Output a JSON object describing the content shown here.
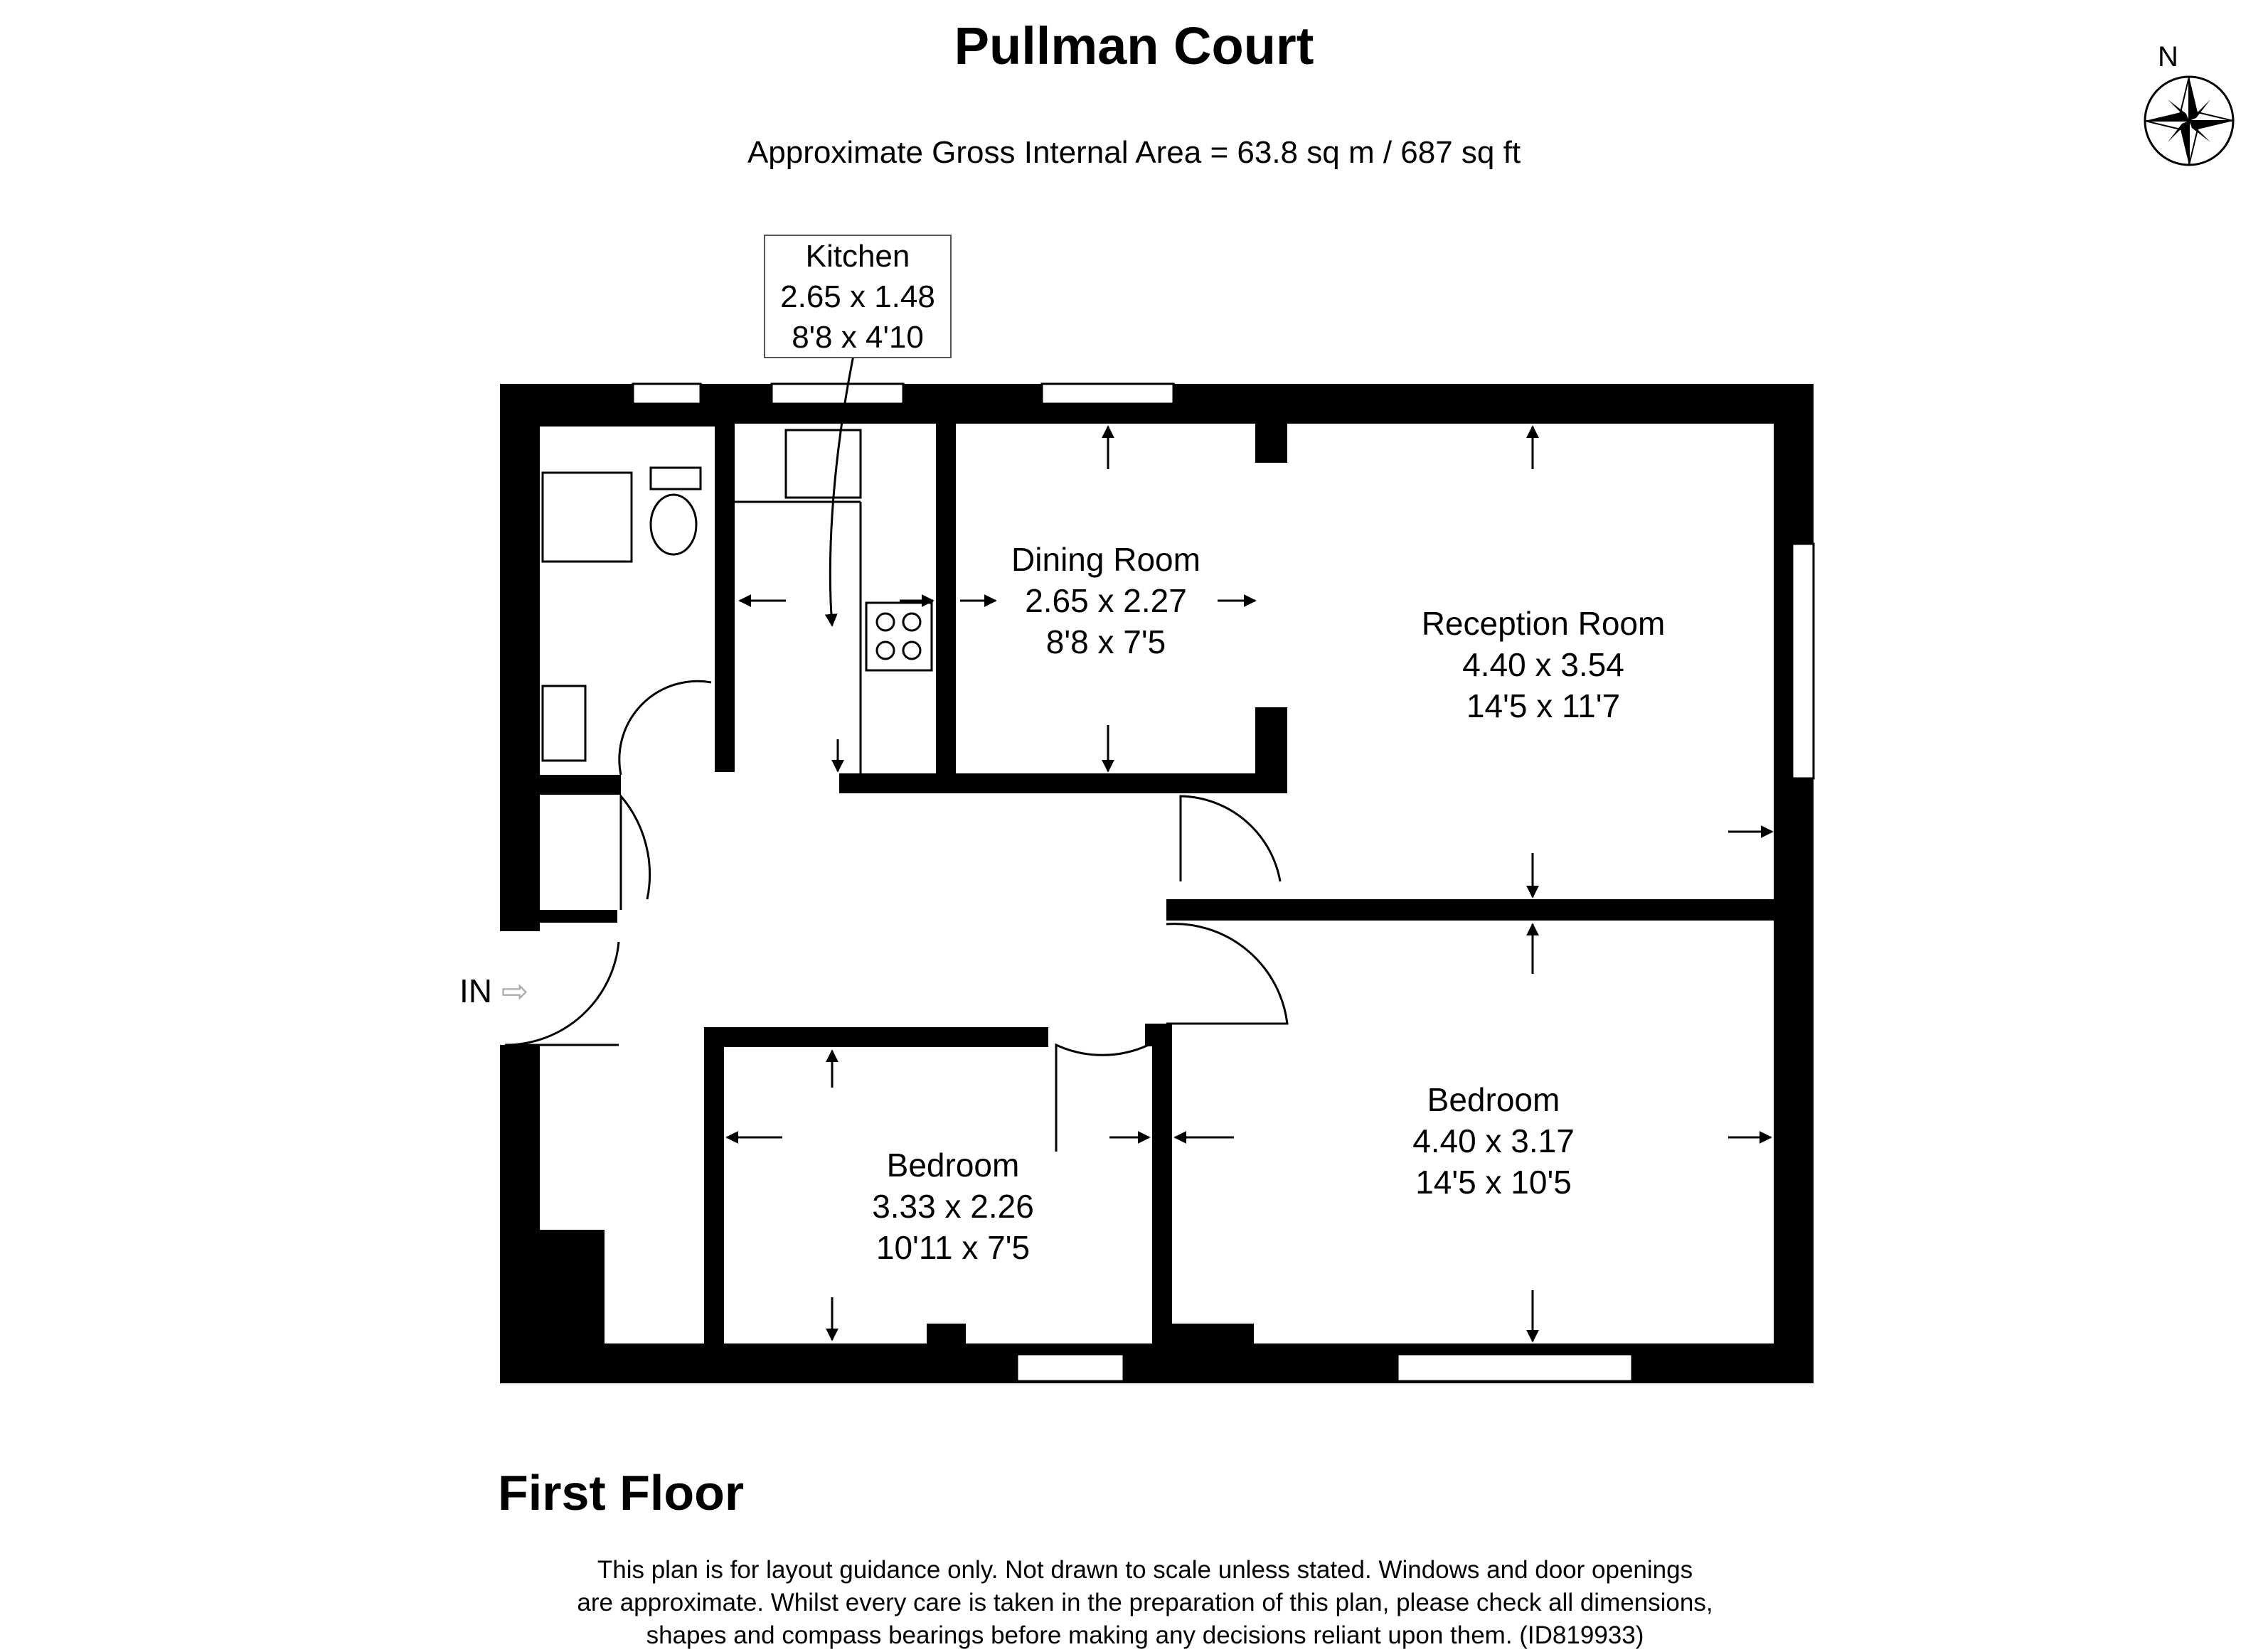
{
  "title": "Pullman Court",
  "area": "Approximate Gross Internal Area = 63.8 sq m / 687 sq ft",
  "compass": {
    "north_label": "N",
    "icon": "compass-rose-icon"
  },
  "floor": "First Floor",
  "entrance_label": "IN",
  "rooms": {
    "kitchen": {
      "name": "Kitchen",
      "metric": "2.65 x 1.48",
      "imperial": "8'8 x 4'10"
    },
    "dining": {
      "name": "Dining Room",
      "metric": "2.65 x 2.27",
      "imperial": "8'8 x 7'5"
    },
    "reception": {
      "name": "Reception Room",
      "metric": "4.40 x 3.54",
      "imperial": "14'5 x 11'7"
    },
    "bedroom1": {
      "name": "Bedroom",
      "metric": "3.33 x 2.26",
      "imperial": "10'11 x 7'5"
    },
    "bedroom2": {
      "name": "Bedroom",
      "metric": "4.40 x 3.17",
      "imperial": "14'5 x 10'5"
    }
  },
  "disclaimer": [
    "This plan is for layout guidance only. Not drawn to scale unless stated. Windows and door openings",
    "are approximate. Whilst every care is taken in the preparation of this plan, please check all dimensions,",
    "shapes and compass bearings before making any decisions reliant upon them. (ID819933)"
  ]
}
